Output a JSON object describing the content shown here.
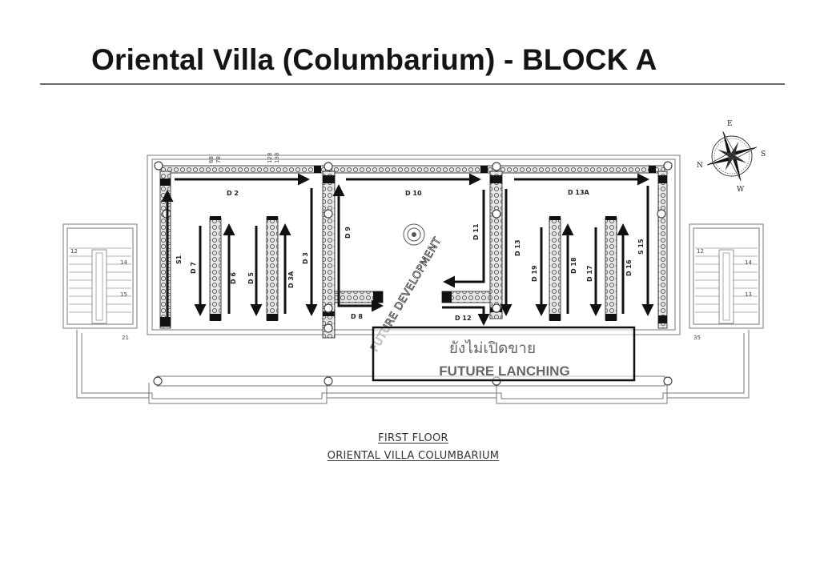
{
  "title": "Oriental Villa (Columbarium) - BLOCK A",
  "zones": {
    "left_row_a": [
      "D 2",
      "S1",
      "D 7",
      "D 6",
      "D 5",
      "D 3A",
      "D 3"
    ],
    "middle_row": [
      "D 9",
      "D 10",
      "D 11",
      "D 8",
      "D 12"
    ],
    "right_row": [
      "D 13A",
      "D 13",
      "D 19",
      "D 18",
      "D 17",
      "D 16",
      "S 15"
    ]
  },
  "future_development": "FUTURE DEVELOPMENT",
  "future_box": {
    "thai_text": "ยังไม่เปิดขาย",
    "english_text": "FUTURE LANCHING"
  },
  "top_numbers": [
    "68",
    "78",
    "128",
    "138"
  ],
  "stair_numbers": {
    "left": [
      "12",
      "14",
      "15",
      "21"
    ],
    "right": [
      "12",
      "14",
      "13",
      "35"
    ]
  },
  "compass_letters": [
    "E",
    "S",
    "W",
    "N"
  ],
  "caption": {
    "line1": "FIRST FLOOR",
    "line2": "ORIENTAL VILLA COLUMBARIUM"
  }
}
